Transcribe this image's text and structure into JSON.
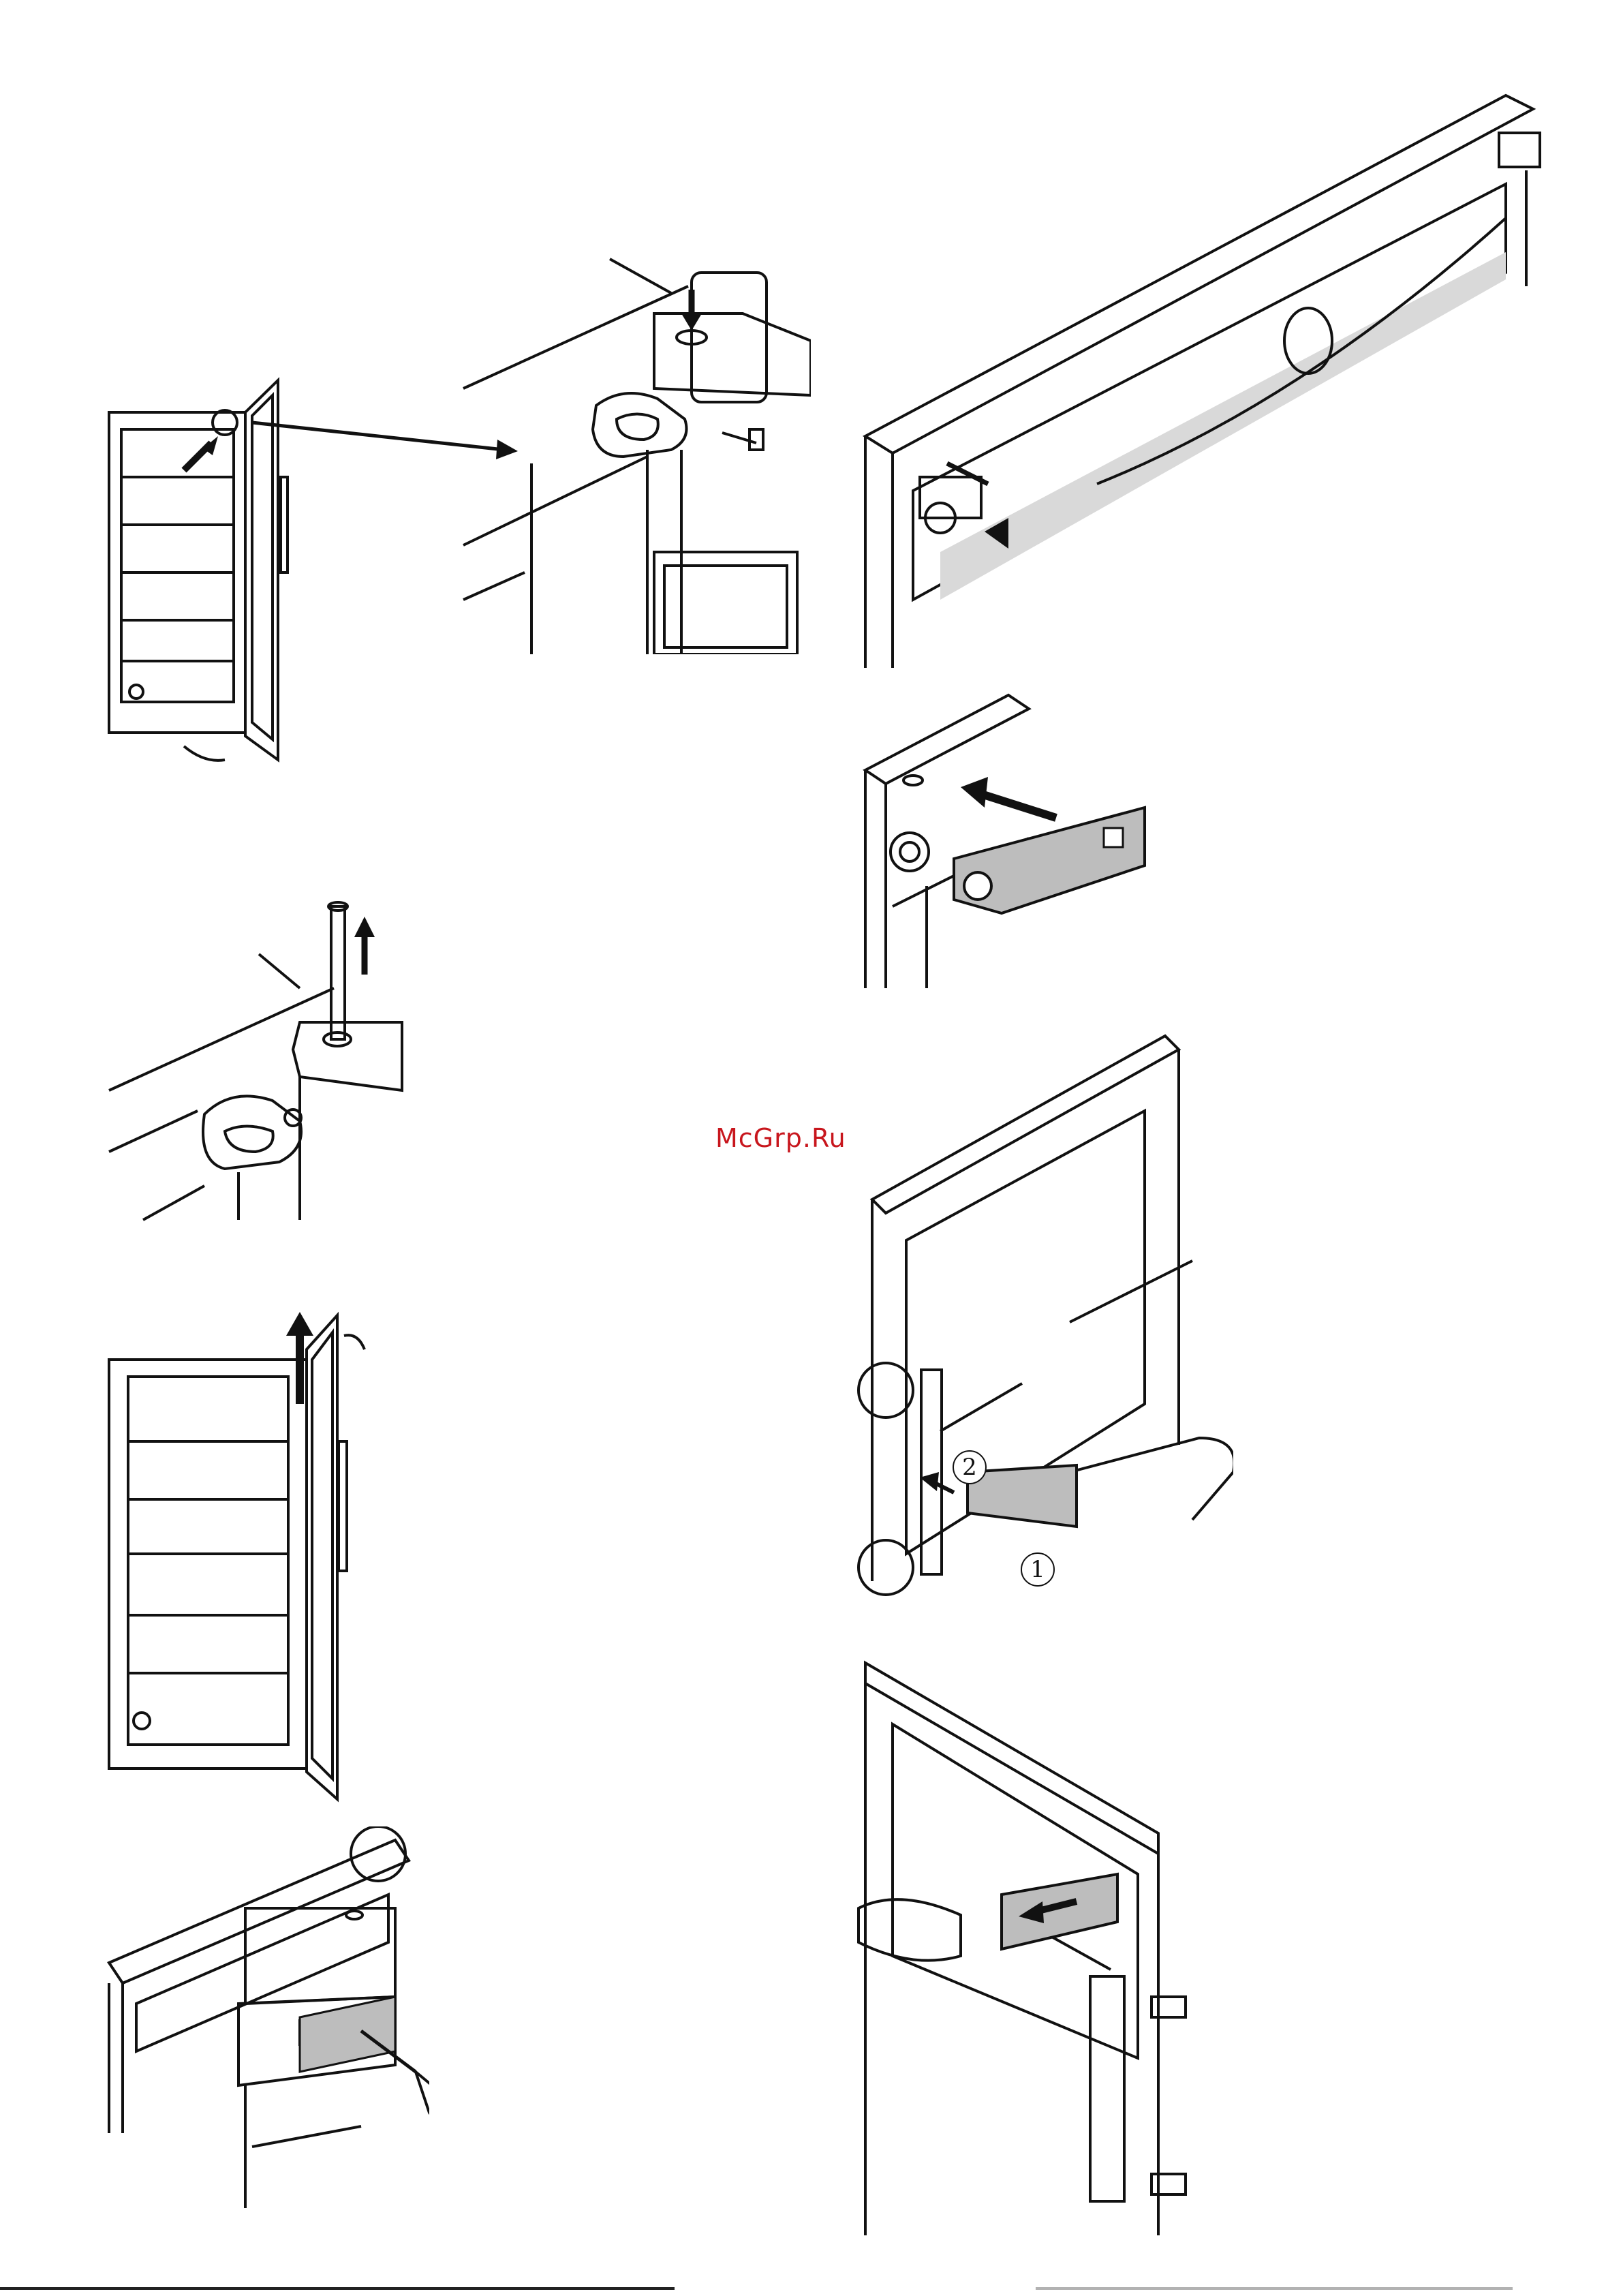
{
  "watermark": {
    "text": "McGrp.Ru",
    "color": "#c8161d"
  },
  "figures": [
    {
      "name": "cabinet-open-door-overview"
    },
    {
      "name": "top-hinge-screw-detail"
    },
    {
      "name": "hinge-pin-removal"
    },
    {
      "name": "door-lift-off"
    },
    {
      "name": "cover-removal-screwdriver"
    },
    {
      "name": "hinge-transfer-top-frame"
    },
    {
      "name": "hinge-cover-bracket"
    },
    {
      "name": "handle-cover-removal"
    },
    {
      "name": "handle-reattach"
    }
  ],
  "step_labels": {
    "one": "1",
    "two": "2"
  },
  "colors": {
    "line": "#111111",
    "shade": "#d9d9d9",
    "panel": "#bdbdbd"
  }
}
